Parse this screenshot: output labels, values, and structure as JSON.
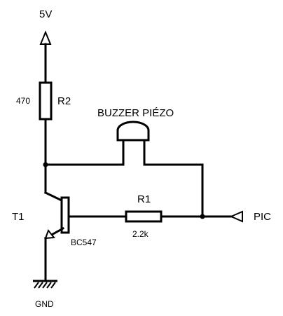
{
  "labels": {
    "supply": "5V",
    "r2_value": "470",
    "r2_name": "R2",
    "buzzer": "BUZZER PIÉZO",
    "r1_name": "R1",
    "r1_value": "2.2k",
    "transistor_name": "T1",
    "transistor_part": "BC547",
    "input": "PIC",
    "ground": "GND"
  },
  "colors": {
    "ink": "#000000",
    "background": "#ffffff"
  }
}
